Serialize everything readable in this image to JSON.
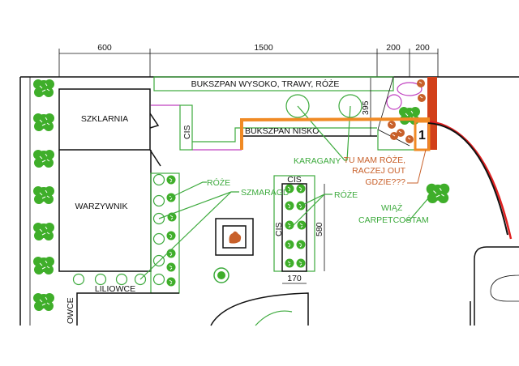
{
  "dimensions": {
    "d1": "600",
    "d2": "1500",
    "d3": "200",
    "d4": "200",
    "d395": "395",
    "d580": "580",
    "d170": "170"
  },
  "areas": {
    "szklarnia": "SZKLARNIA",
    "warzywnik": "WARZYWNIK",
    "bukszpan_wysoko": "BUKSZPAN WYSOKO, TRAWY, RÓŻE",
    "bukszpan_nisko": "BUKSZPAN NISKO",
    "cis_left": "CIS",
    "cis_top": "CIS",
    "cis_center": "CIS",
    "liliowce": "LILIOWCE",
    "liliowce_partial": "OWCE"
  },
  "labels": {
    "roze_left": "RÓŻE",
    "szmaragd": "SZMARAGD",
    "roze_right": "RÓŻE",
    "karagany": "KARAGANY",
    "wiaz_1": "WIĄŻ",
    "wiaz_2": "CARPETCOŚTAM"
  },
  "annotation": {
    "line1": "TU MAM RÓŻE,",
    "line2": "RACZEJ OUT",
    "line3": "GDZIE???",
    "marker": "1"
  },
  "colors": {
    "plant": "#3daa3d",
    "annotation": "#f08a24",
    "wall": "#d2401a",
    "outline": "#c040c0"
  }
}
